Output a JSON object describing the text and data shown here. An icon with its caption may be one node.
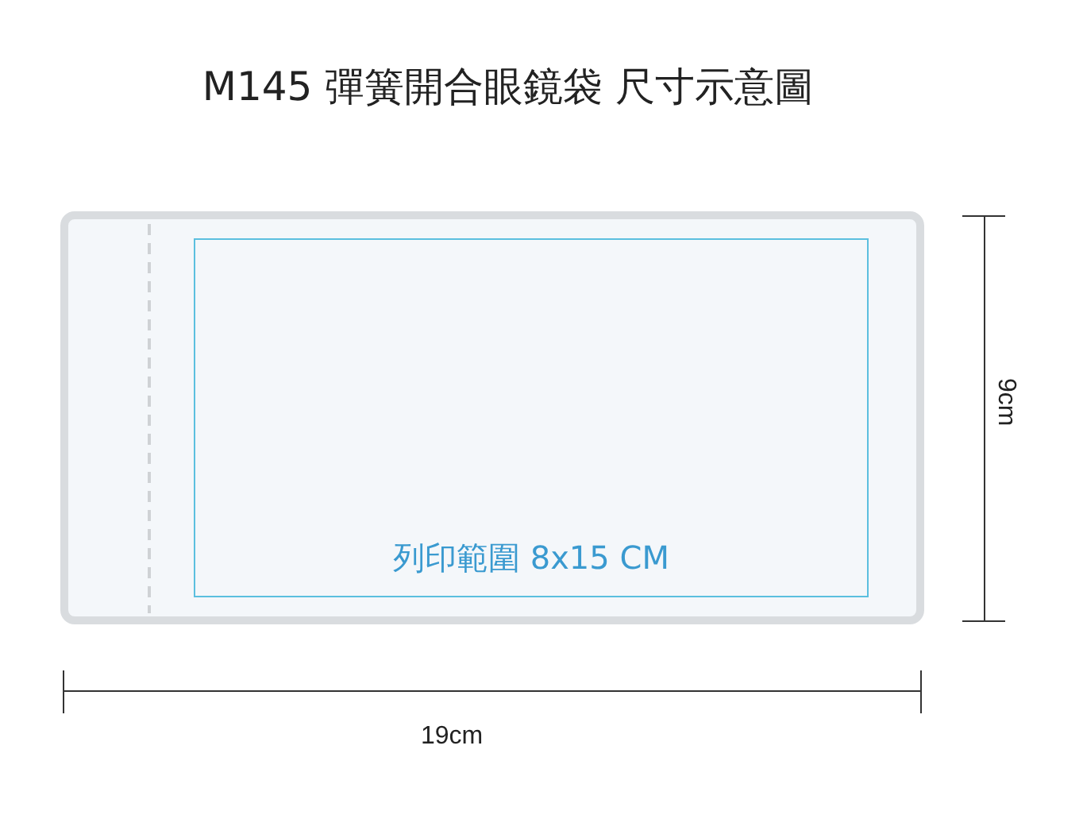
{
  "diagram": {
    "title": "M145 彈簧開合眼鏡袋 尺寸示意圖",
    "nodes": [
      {
        "text": [],
        "shape": "box"
      },
      {
        "text": [
          "列印範圍 8x15 CM"
        ],
        "in": 0
      }
    ],
    "edges": [],
    "labels": [
      "9cm",
      "19cm"
    ]
  }
}
